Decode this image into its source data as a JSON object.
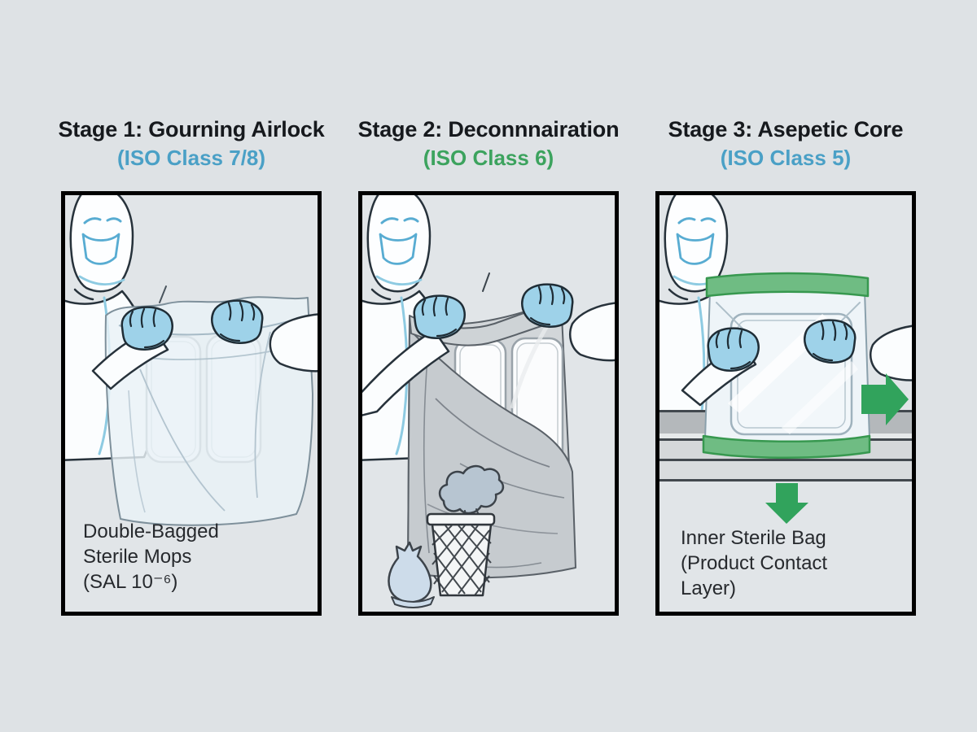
{
  "page": {
    "background_color": "#dee2e5",
    "description": "Three-stage sterile mop transfer infographic"
  },
  "stages": [
    {
      "title": "Stage 1: Gourning Airlock",
      "subtitle": "(ISO Class 7/8)",
      "subtitle_color": "#4aa0c6",
      "border_color": "#4d9fc8",
      "caption_lines": [
        "Double-Bagged",
        "Sterile Mops",
        "(SAL 10⁻⁶)"
      ]
    },
    {
      "title": "Stage 2: Deconnnairation",
      "subtitle": "(ISO Class 6)",
      "subtitle_color": "#3ca35e",
      "border_color": "#3d9e57",
      "caption_lines": []
    },
    {
      "title": "Stage 3: Asepetic Core",
      "subtitle": "(ISO Class 5)",
      "subtitle_color": "#4aa0c6",
      "border_color": "#828da0",
      "caption_lines": [
        "Inner Sterile Bag",
        "(Product Contact",
        "Layer)"
      ]
    }
  ],
  "icons": {
    "arrow_right": "green forward-transfer arrow",
    "arrow_down": "green down-transfer arrow",
    "waste_bin": "mesh waste basket with discarded outer bag",
    "tied_waste_bag": "tied disposal bag"
  },
  "colors": {
    "glove_blue": "#9ed2e9",
    "suit_white": "#fbfdfe",
    "outline_dark": "#27323b",
    "detail_blue": "#58acd2",
    "outer_bag_gray": "#cbd0d4",
    "green_accent": "#31a35c",
    "panel_interior": "#e1e5e8"
  }
}
